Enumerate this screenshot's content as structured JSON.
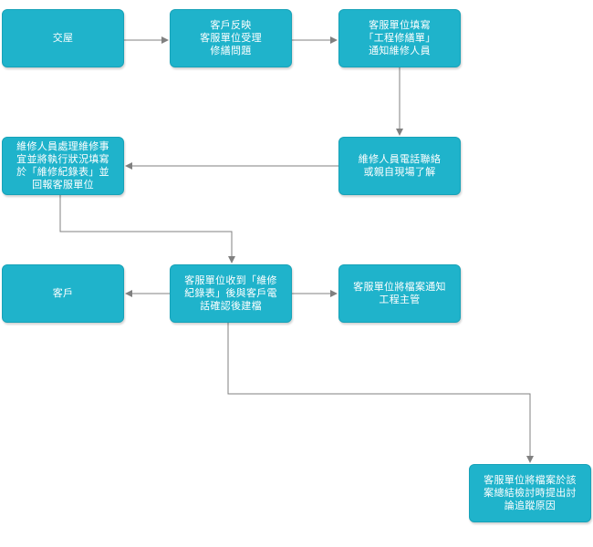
{
  "colors": {
    "node_fill": "#1fb3cb",
    "node_border": "#17a2b8",
    "node_text": "#ffffff",
    "edge": "#808080"
  },
  "nodes": {
    "handover": "交屋",
    "customer_report": "客戶反映\n客服單位受理\n修繕問題",
    "fill_work_order": "客服單位填寫\n「工程修繕單」\n通知維修人員",
    "contact_customer": "維修人員電話聯絡\n或親自現場了解",
    "repair_and_record": "維修人員處理維修事\n宜並將執行狀況填寫\n於「維修紀錄表」並\n回報客服單位",
    "receive_record": "客服單位收到「維修\n紀錄表」後與客戶電\n話確認後建檔",
    "customer": "客戶",
    "notify_supervisor": "客服單位將檔案通知\n工程主管",
    "review_meeting": "客服單位將檔案於該\n案總結檢討時提出討\n論追蹤原因"
  }
}
